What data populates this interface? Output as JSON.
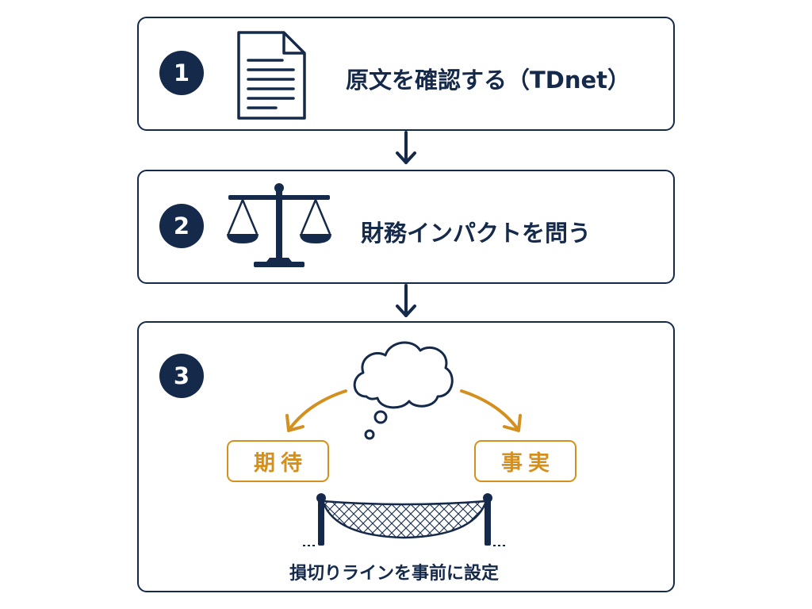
{
  "steps": [
    {
      "number": "1",
      "title": "原文を確認する（TDnet）",
      "icon": "document-icon"
    },
    {
      "number": "2",
      "title": "財務インパクトを問う",
      "icon": "balance-scale-icon"
    },
    {
      "number": "3",
      "icon": "thought-cloud-icon"
    }
  ],
  "step3": {
    "left_label": "期待",
    "right_label": "事実",
    "caption": "損切りラインを事前に設定",
    "net_icon": "safety-net-icon"
  },
  "colors": {
    "navy": "#152a4a",
    "gold": "#d4901f",
    "background": "#ffffff"
  }
}
